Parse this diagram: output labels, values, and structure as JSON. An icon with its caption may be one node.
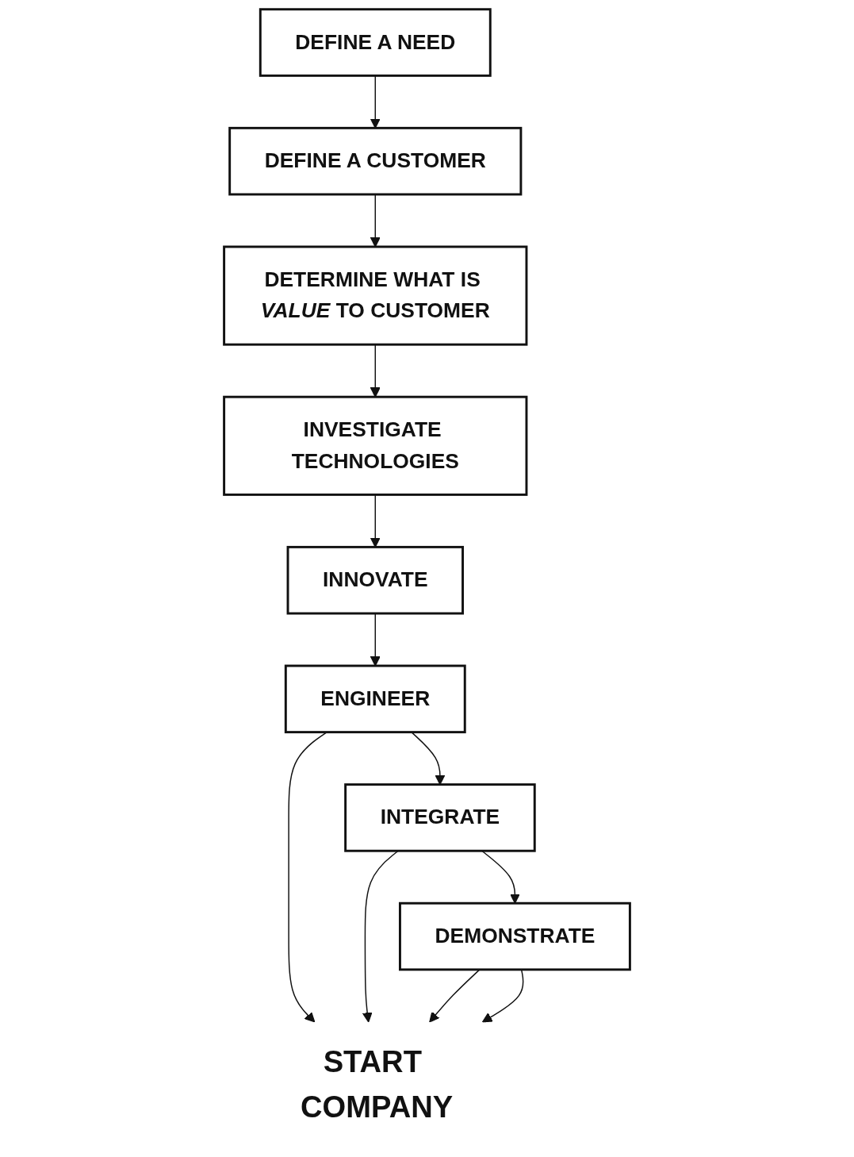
{
  "diagram": {
    "nodes": [
      {
        "text": [
          "DEFINE A NEED"
        ]
      },
      {
        "text": [
          "DEFINE A CUSTOMER"
        ]
      },
      {
        "text": [
          "DETERMINE WHAT IS *VALUE* TO CUSTOMER"
        ]
      },
      {
        "text": [
          "INVESTIGATE TECHNOLOGIES"
        ]
      },
      {
        "text": [
          "INNOVATE"
        ]
      },
      {
        "text": [
          "ENGINEER"
        ]
      },
      {
        "text": [
          "INTEGRATE"
        ]
      },
      {
        "text": [
          "DEMONSTRATE"
        ]
      },
      {
        "text": [
          "START COMPANY"
        ]
      }
    ],
    "edges": [
      {
        "from": 0,
        "to": 1,
        "arrow": "to"
      },
      {
        "from": 1,
        "to": 2,
        "arrow": "to"
      },
      {
        "from": 2,
        "to": 3,
        "arrow": "to"
      },
      {
        "from": 3,
        "to": 4,
        "arrow": "to"
      },
      {
        "from": 4,
        "to": 5,
        "arrow": "to"
      },
      {
        "from": 5,
        "to": 6,
        "arrow": "to"
      },
      {
        "from": 6,
        "to": 7,
        "arrow": "to"
      },
      {
        "from": 5,
        "to": 8,
        "arrow": "to"
      },
      {
        "from": 6,
        "to": 8,
        "arrow": "to"
      },
      {
        "from": 7,
        "to": 8,
        "arrow": "to"
      },
      {
        "from": 7,
        "to": 8,
        "arrow": "to"
      }
    ]
  }
}
